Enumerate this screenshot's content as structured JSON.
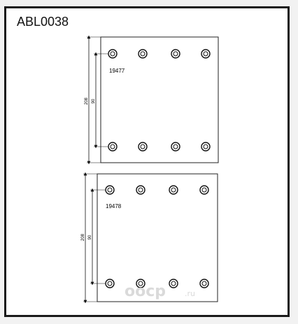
{
  "part_code": "ABL0038",
  "linings": [
    {
      "label": "19477",
      "dim_outer": "208",
      "dim_inner": "90"
    },
    {
      "label": "19478",
      "dim_outer": "208",
      "dim_inner": "90"
    }
  ],
  "watermark": {
    "brand": "oocp",
    "suffix": ".ru",
    "color": "#d6d6d6"
  }
}
